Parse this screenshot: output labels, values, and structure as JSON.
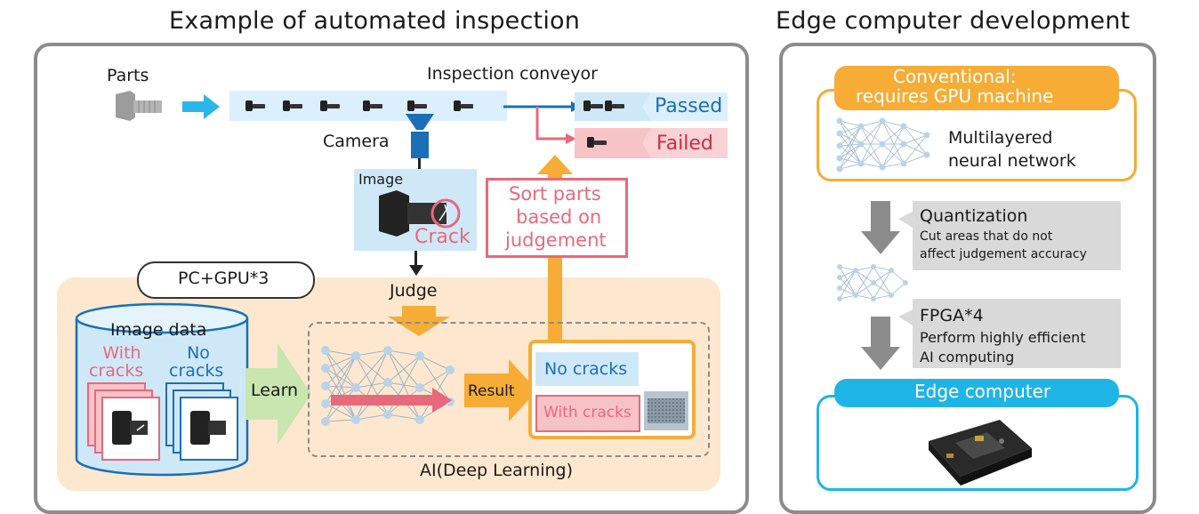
{
  "titles": {
    "left": "Example of automated inspection",
    "right": "Edge computer development"
  },
  "inspection": {
    "parts": "Parts",
    "conveyor": "Inspection conveyor",
    "camera": "Camera",
    "image": "Image",
    "crack": "Crack",
    "passed": "Passed",
    "failed": "Failed",
    "sort": [
      "Sort parts",
      "based on",
      "judgement"
    ],
    "judge": "Judge",
    "pc_gpu": "PC+GPU*3",
    "image_data": "Image data",
    "with_cracks": [
      "With",
      "cracks"
    ],
    "no_cracks_db": [
      "No",
      "cracks"
    ],
    "learn": "Learn",
    "result": "Result",
    "result_no_cracks": "No cracks",
    "result_with_cracks": "With cracks",
    "ai": "AI(Deep Learning)"
  },
  "edge": {
    "conventional": [
      "Conventional:",
      "requires GPU machine"
    ],
    "multilayered": [
      "Multilayered",
      "neural network"
    ],
    "quantization": "Quantization",
    "quantization_desc": [
      "Cut areas that do not",
      "affect judgement accuracy"
    ],
    "fpga": "FPGA*4",
    "fpga_desc": [
      "Perform highly efficient",
      "AI computing"
    ],
    "edge_computer": "Edge computer"
  },
  "colors": {
    "orange": "#f6ac35",
    "pink": "#e8697c",
    "blue": "#1a6fb7",
    "cyan": "#1fb4e6",
    "lightblue": "#c5e3f6",
    "lightpink": "#f6c3c7",
    "peach": "#fde8cf",
    "green": "#c9e5b0",
    "grey": "#8c8c8c"
  }
}
